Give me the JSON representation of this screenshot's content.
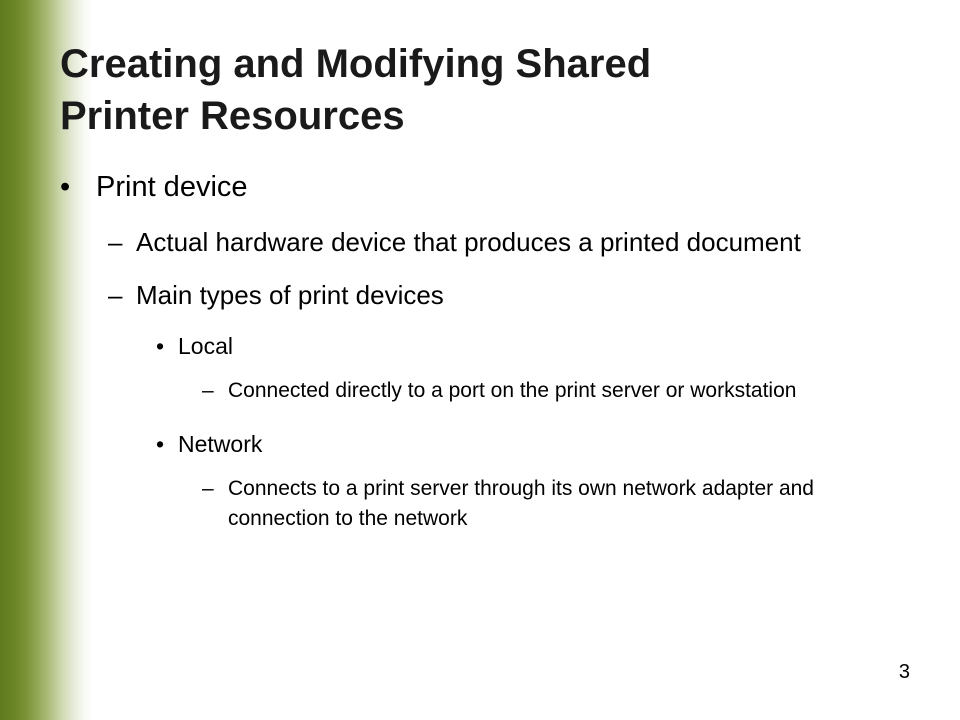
{
  "slide": {
    "title_line1": "Creating and Modifying Shared",
    "title_line2": "Printer Resources",
    "bullets": {
      "b1": {
        "marker": "•",
        "text": "Print device"
      },
      "b1_1": {
        "marker": "–",
        "text": "Actual hardware device that produces a printed document"
      },
      "b1_2": {
        "marker": "–",
        "text": "Main types of print devices"
      },
      "b1_2_1": {
        "marker": "•",
        "text": "Local"
      },
      "b1_2_1_1": {
        "marker": "–",
        "text": "Connected directly to a port on the print server or workstation"
      },
      "b1_2_2": {
        "marker": "•",
        "text": "Network"
      },
      "b1_2_2_1": {
        "marker": "–",
        "text": "Connects to a print server through its own network adapter and connection to the network"
      }
    },
    "page_number": "3"
  },
  "colors": {
    "accent_green": "#6a8526",
    "text": "#000000",
    "background": "#ffffff"
  }
}
